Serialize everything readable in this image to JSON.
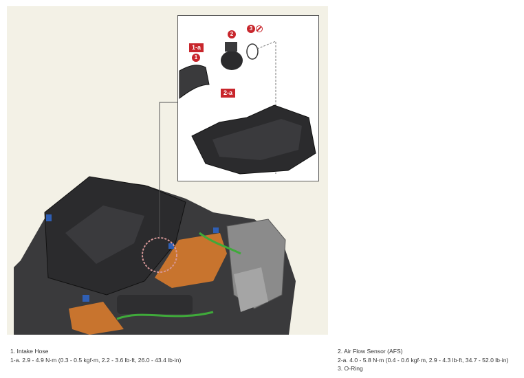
{
  "callouts": {
    "c1a": "1-a",
    "c1": "1",
    "c2": "2",
    "c2a": "2-a",
    "c3": "3"
  },
  "legend": {
    "left": [
      "1. Intake Hose",
      "1-a. 2.9 - 4.9 N·m (0.3 - 0.5 kgf·m, 2.2 - 3.6 lb·ft, 26.0 - 43.4 lb·in)"
    ],
    "right": [
      "2. Air Flow Sensor (AFS)",
      "2-a. 4.0 - 5.8 N·m (0.4 - 0.6 kgf·m, 2.9 - 4.3 lb·ft, 34.7 - 52.0 lb·in)",
      "3. O-Ring"
    ]
  },
  "colors": {
    "callout_red": "#c8262c",
    "figure_bg": "#f3f1e6",
    "engine_dark": "#2b2b2d",
    "harness_orange": "#c8742e",
    "wire_green": "#3faa3a",
    "connector_blue": "#2f5fb5"
  }
}
